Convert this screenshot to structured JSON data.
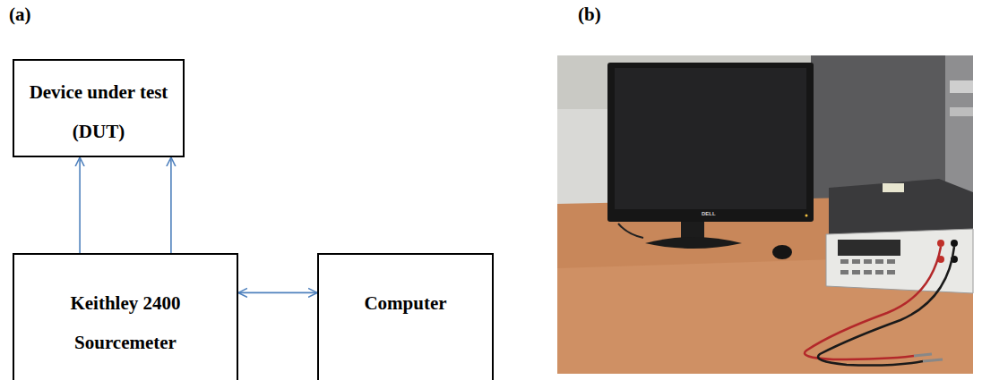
{
  "diagram": {
    "nodes": [
      {
        "text": [
          "Device under test (DUT)"
        ]
      },
      {
        "text": [
          "Keithley 2400 Sourcemeter"
        ]
      },
      {
        "text": [
          "Computer"
        ]
      }
    ],
    "edges": [
      {
        "from": 1,
        "to": 0,
        "arrow": "to"
      },
      {
        "from": 1,
        "to": 0,
        "arrow": "to"
      },
      {
        "from": 1,
        "to": 2,
        "arrow": "both"
      }
    ],
    "labels": [
      "(a)",
      "(b)",
      "DELL"
    ]
  }
}
